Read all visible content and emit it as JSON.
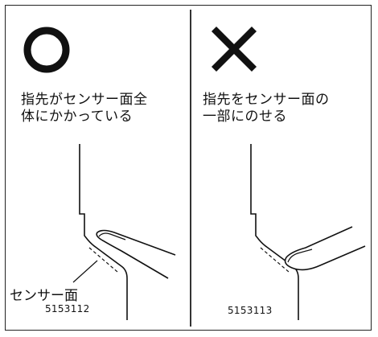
{
  "left_panel": {
    "symbol": "circle-mark",
    "caption": "指先がセンサー面全\n体にかかっている",
    "sensor_label": "センサー面",
    "figure_code": "5153112"
  },
  "right_panel": {
    "symbol": "cross-mark",
    "caption": "指先をセンサー面の\n一部にのせる",
    "figure_code": "5153113"
  }
}
